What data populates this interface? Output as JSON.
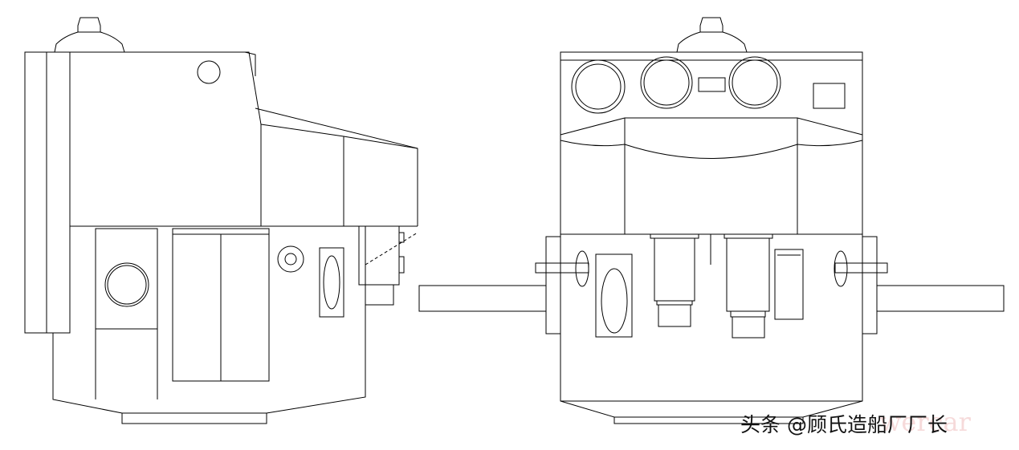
{
  "watermark": {
    "text": "头条 @顾氏造船厂厂长",
    "faint_text": "wercar"
  },
  "views": [
    "side-view",
    "front-view"
  ]
}
